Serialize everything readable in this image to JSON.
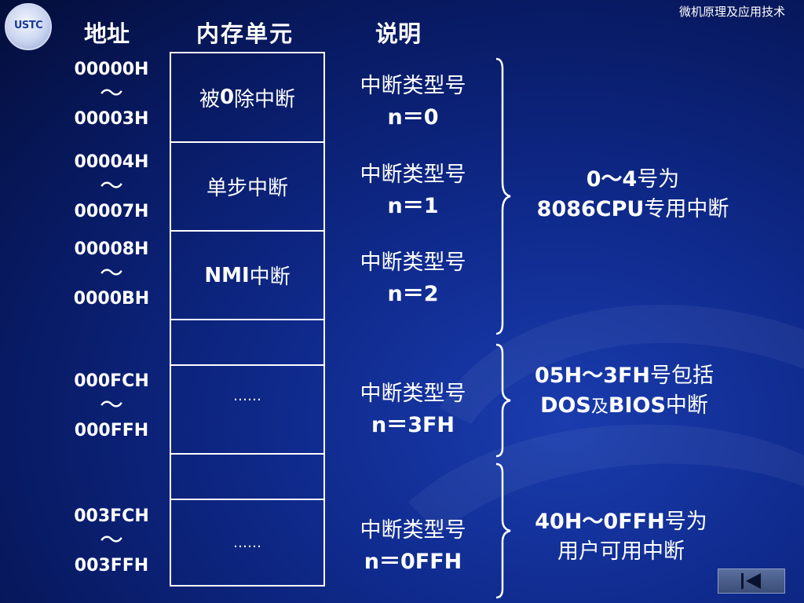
{
  "slide": {
    "corner_title": "微机原理及应用技术",
    "logo_text": "USTC"
  },
  "header": {
    "address": "地址",
    "memory": "内存单元",
    "description": "说明"
  },
  "rows": [
    {
      "addr_start": "00000H",
      "tilde": "～",
      "addr_end": "00003H",
      "cell_prefix": "被",
      "cell_bold": "0",
      "cell_suffix": "除中断",
      "desc_label": "中断类型号",
      "desc_value": "n＝0"
    },
    {
      "addr_start": "00004H",
      "tilde": "～",
      "addr_end": "00007H",
      "cell_prefix": "",
      "cell_bold": "",
      "cell_suffix": "单步中断",
      "desc_label": "中断类型号",
      "desc_value": "n＝1"
    },
    {
      "addr_start": "00008H",
      "tilde": "～",
      "addr_end": "0000BH",
      "cell_prefix": "",
      "cell_bold": "NMI",
      "cell_suffix": "中断",
      "desc_label": "中断类型号",
      "desc_value": "n＝2"
    },
    {
      "addr_start": "000FCH",
      "tilde": "～",
      "addr_end": "000FFH",
      "cell_prefix": "",
      "cell_bold": "",
      "cell_suffix": "……",
      "desc_label": "中断类型号",
      "desc_value": "n＝3FH"
    },
    {
      "addr_start": "003FCH",
      "tilde": "～",
      "addr_end": "003FFH",
      "cell_prefix": "",
      "cell_bold": "",
      "cell_suffix": "……",
      "desc_label": "中断类型号",
      "desc_value": "n＝0FFH"
    }
  ],
  "groups": [
    {
      "line1_bold": "0～4",
      "line1_rest": "号为",
      "line2_bold": "8086CPU",
      "line2_rest": "专用中断"
    },
    {
      "line1_bold": "05H～3FH",
      "line1_rest": "号包括",
      "line2_bold": "DOS",
      "line2_mid": "及",
      "line2_bold2": "BIOS",
      "line2_rest": "中断"
    },
    {
      "line1_bold": "40H～0FFH",
      "line1_rest": "号为",
      "line2_rest": "用户可用中断"
    }
  ],
  "nav": {
    "icon": "first-slide-icon"
  }
}
